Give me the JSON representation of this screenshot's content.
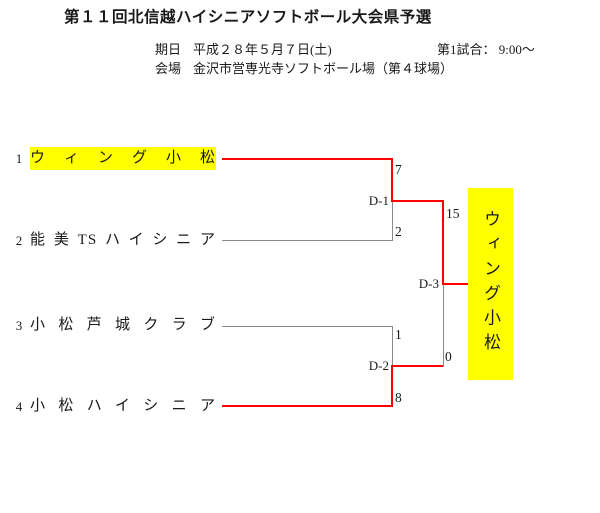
{
  "colors": {
    "winner-line": "#ff0000",
    "loser-line": "#8a8a8a",
    "highlight": "#ffff00",
    "text": "#1a1a1a"
  },
  "title": "第１１回北信越ハイシニアソフトボール大会県予選",
  "header": {
    "date_label": "期日",
    "date_value": "平成２８年５月７日(土)",
    "first_game": "第1試合：  9:00～",
    "venue_label": "会場",
    "venue_value": "金沢市営専光寺ソフトボール場（第４球場）"
  },
  "bracket": {
    "teams": [
      {
        "seed": "1",
        "name": "ウィング小松",
        "result": "winner"
      },
      {
        "seed": "2",
        "name": "能美TSハイシニア",
        "result": "loser"
      },
      {
        "seed": "3",
        "name": "小松芦城クラブ",
        "result": "loser"
      },
      {
        "seed": "4",
        "name": "小松ハイシニア",
        "result": "winner"
      }
    ],
    "matches": [
      {
        "id": "D-1",
        "top_score": "7",
        "bottom_score": "2"
      },
      {
        "id": "D-2",
        "top_score": "1",
        "bottom_score": "8"
      },
      {
        "id": "D-3",
        "top_score": "15",
        "bottom_score": "0"
      }
    ],
    "champion": "ウィング小松"
  }
}
